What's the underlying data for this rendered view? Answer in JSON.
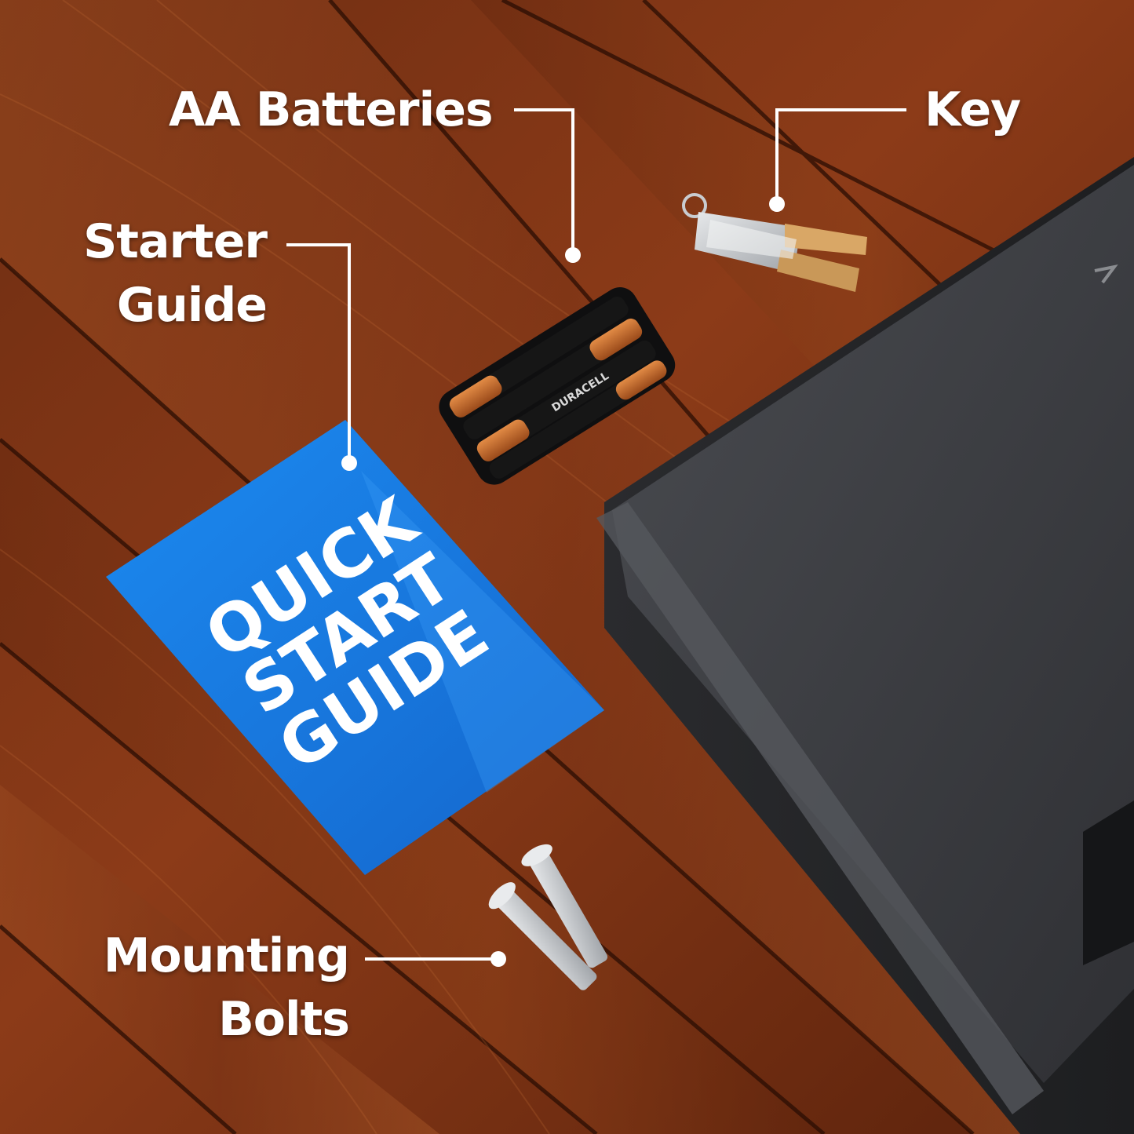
{
  "labels": {
    "batteries": "AA Batteries",
    "key": "Key",
    "starter_guide_line1": "Starter",
    "starter_guide_line2": "Guide",
    "mounting_bolts_line1": "Mounting",
    "mounting_bolts_line2": "Bolts"
  },
  "guide_booklet": {
    "line1": "QUICK",
    "line2": "START",
    "line3": "GUIDE"
  },
  "battery_brand": "DURACELL",
  "colors": {
    "wood_dark": "#4a1d0b",
    "wood_mid": "#7a3517",
    "wood_light": "#a14e22",
    "booklet_blue": "#1e78e6",
    "safe_dark": "#3b3d41",
    "battery_copper": "#c7702f",
    "leader_line": "#ffffff"
  }
}
